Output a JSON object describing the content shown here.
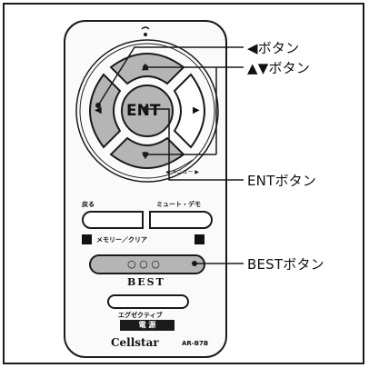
{
  "callouts": {
    "left_button": "◀ボタン",
    "up_down_buttons": "▲▼ボタン",
    "ent_button": "ENTボタン",
    "best_button": "BESTボタン"
  },
  "remote": {
    "ent_label": "ENT",
    "up_arrow": "▲",
    "down_arrow": "▼",
    "left_arrow": "◀",
    "right_arrow": "▶",
    "menu_hint": "◀ メニュー ▶",
    "back_label": "戻る",
    "mute_demo_label": "ミュート・デモ",
    "memory_clear_label": "メモリー／クリア",
    "best_dots": "○ ○ ○",
    "best_label": "BEST",
    "executive_label": "エグゼクティブ",
    "power_label": "電 源",
    "brand": "Cellstar",
    "model": "AR-B7B"
  },
  "colors": {
    "highlight": "#b5b5b5",
    "outline": "#1a1a1a",
    "background": "#ffffff"
  }
}
